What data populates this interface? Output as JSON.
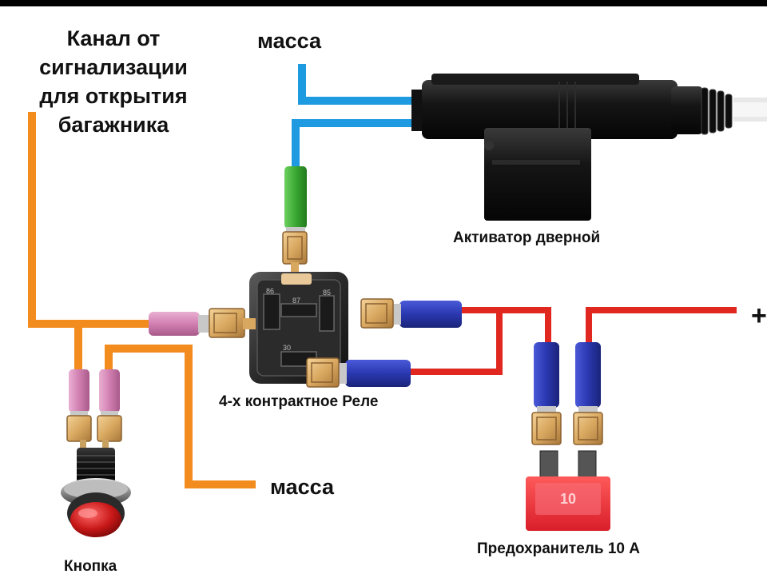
{
  "labels": {
    "channel": [
      "Канал от",
      "сигнализации",
      "для открытия",
      "багажника"
    ],
    "mass_top": "масса",
    "mass_bottom": "масса",
    "activator": "Активатор дверной",
    "relay": "4-х контрактное Реле",
    "fuse": "Предохранитель 10 А",
    "button": "Кнопка",
    "plus": "+"
  },
  "relay_pins": {
    "p86": "86",
    "p87": "87",
    "p85": "85",
    "p30": "30"
  },
  "fuse_rating": "10",
  "colors": {
    "orange": "#f28c1e",
    "blue": "#1e9be0",
    "red": "#e02820",
    "pink": "#d98ab8",
    "green": "#3aa832",
    "navy": "#2a3aa8",
    "brass": "#d9a860",
    "fuse_red": "#e8303a"
  }
}
